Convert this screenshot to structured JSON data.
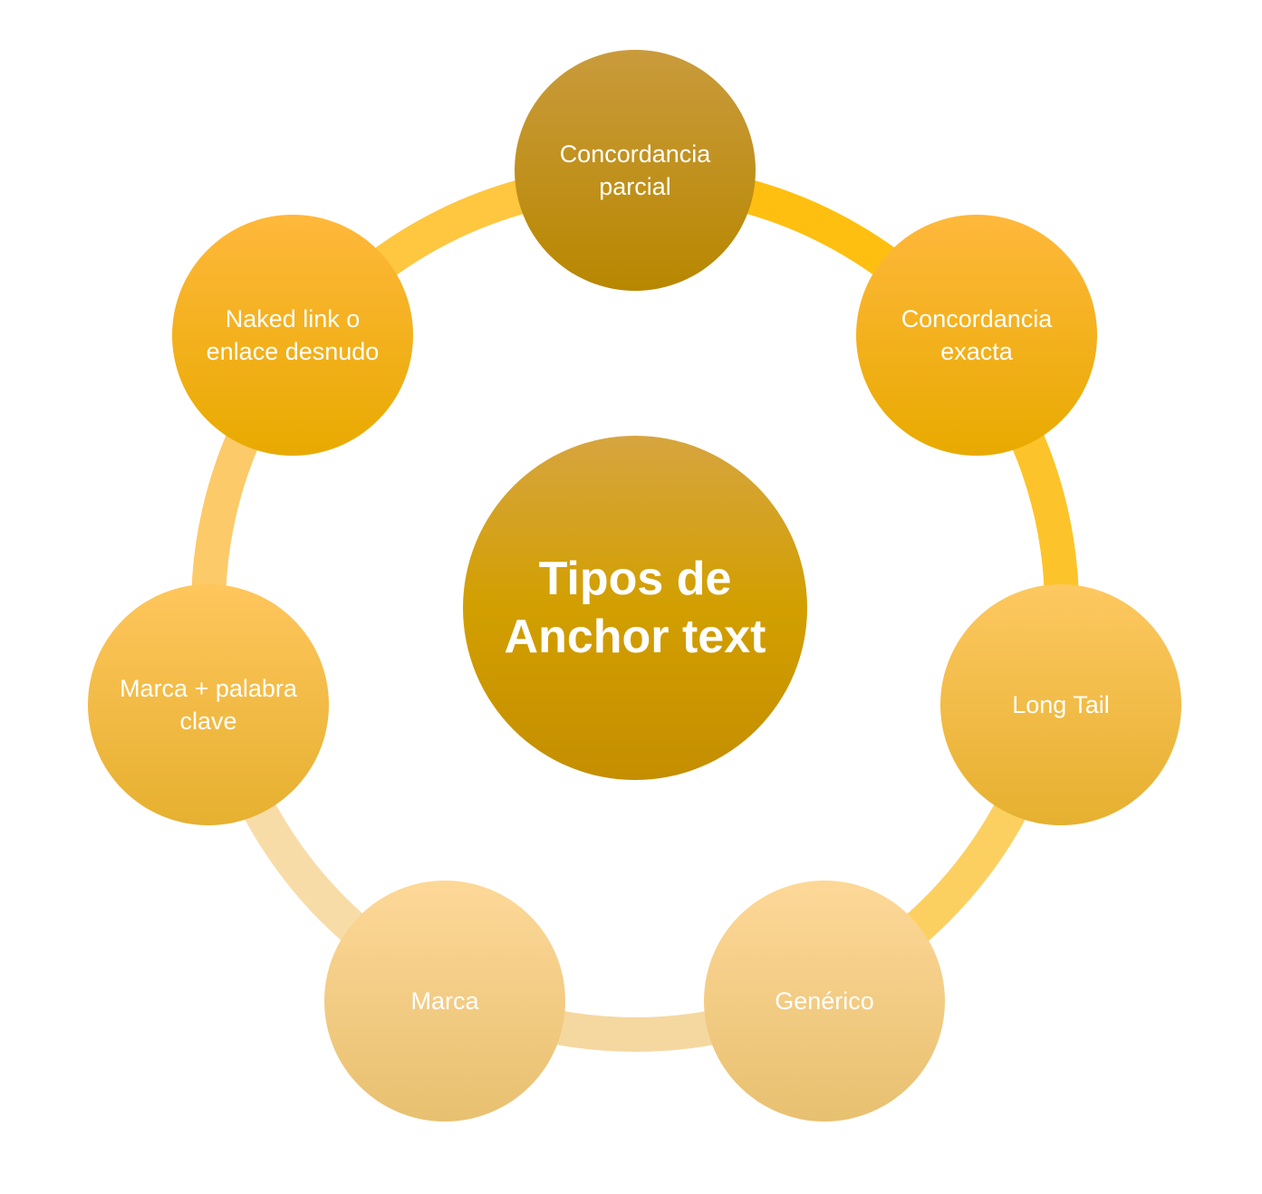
{
  "title": "Tipos de Anchor text",
  "nodes": [
    {
      "label": "Concordancia parcial",
      "colors": [
        "#c99b3c",
        "#b88700"
      ]
    },
    {
      "label": "Concordancia exacta",
      "colors": [
        "#ffb83c",
        "#e8aa00"
      ]
    },
    {
      "label": "Long Tail",
      "colors": [
        "#fdc860",
        "#e6b030"
      ]
    },
    {
      "label": "Genérico",
      "colors": [
        "#fdd898",
        "#e8c070"
      ]
    },
    {
      "label": "Marca",
      "colors": [
        "#fdd898",
        "#e8c070"
      ]
    },
    {
      "label": "Marca + palabra clave",
      "colors": [
        "#fec65c",
        "#e6b030"
      ]
    },
    {
      "label": "Naked link o enlace desnudo",
      "colors": [
        "#ffb83c",
        "#e8aa00"
      ]
    }
  ],
  "ring_colors": [
    "#ffbf10",
    "#fcc42a",
    "#fcd060",
    "#f5d8a0",
    "#f8dca8",
    "#fcca68",
    "#ffc640"
  ]
}
